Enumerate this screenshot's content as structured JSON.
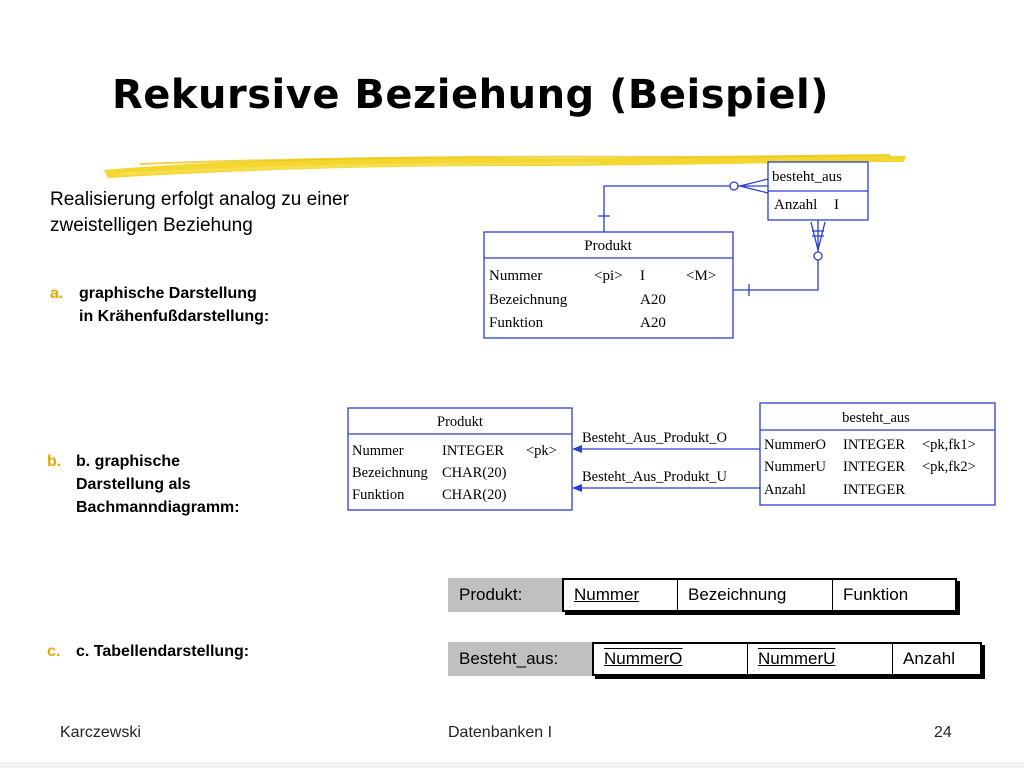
{
  "slide": {
    "title": "Rekursive Beziehung (Beispiel)",
    "intro": "Realisierung erfolgt analog zu einer zweistelligen Beziehung",
    "items": [
      {
        "letter": "a.",
        "line1": "graphische Darstellung",
        "line2": "in Krähenfußdarstellung:"
      },
      {
        "letter": "b.",
        "line1": "b.  graphische",
        "line2": "Darstellung als",
        "line3": "Bachmanndiagramm:"
      },
      {
        "letter": "c.",
        "line1": "c. Tabellendarstellung:"
      }
    ],
    "accent_color": "#e8a800",
    "highlight_color": "#f2d21a"
  },
  "crowfoot": {
    "produkt": {
      "title": "Produkt",
      "rows": [
        {
          "name": "Nummer",
          "key": "<pi>",
          "type": "I",
          "extra": "<M>"
        },
        {
          "name": "Bezeichnung",
          "key": "",
          "type": "A20",
          "extra": ""
        },
        {
          "name": "Funktion",
          "key": "",
          "type": "A20",
          "extra": ""
        }
      ]
    },
    "besteht_aus": {
      "title": "besteht_aus",
      "rows": [
        {
          "name": "Anzahl",
          "type": "I"
        }
      ]
    }
  },
  "bachman": {
    "produkt": {
      "title": "Produkt",
      "rows": [
        {
          "name": "Nummer",
          "type": "INTEGER",
          "key": "<pk>"
        },
        {
          "name": "Bezeichnung",
          "type": "CHAR(20)",
          "key": ""
        },
        {
          "name": "Funktion",
          "type": "CHAR(20)",
          "key": ""
        }
      ]
    },
    "besteht_aus": {
      "title": "besteht_aus",
      "rows": [
        {
          "name": "NummerO",
          "type": "INTEGER",
          "key": "<pk,fk1>"
        },
        {
          "name": "NummerU",
          "type": "INTEGER",
          "key": "<pk,fk2>"
        },
        {
          "name": "Anzahl",
          "type": "INTEGER",
          "key": ""
        }
      ]
    },
    "relations": [
      "Besteht_Aus_Produkt_O",
      "Besteht_Aus_Produkt_U"
    ],
    "line_color": "#2a3fd0"
  },
  "tables": {
    "produkt": {
      "label": "Produkt:",
      "cells": [
        {
          "text": "Nummer",
          "pk": true
        },
        {
          "text": "Bezeichnung",
          "pk": false
        },
        {
          "text": "Funktion",
          "pk": false
        }
      ]
    },
    "besteht_aus": {
      "label": "Besteht_aus:",
      "cells": [
        {
          "text": "NummerO",
          "pk": true
        },
        {
          "text": "NummerU",
          "pk": true
        },
        {
          "text": "Anzahl",
          "pk": false
        }
      ]
    }
  },
  "footer": {
    "author": "Karczewski",
    "course": "Datenbanken I",
    "page": "24"
  }
}
